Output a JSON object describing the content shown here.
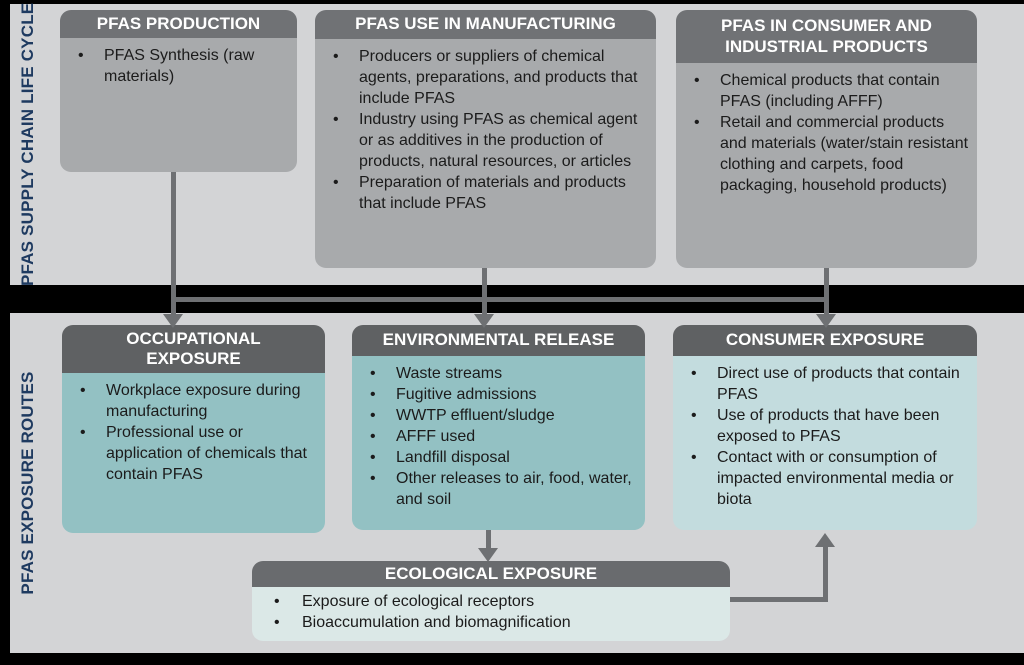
{
  "sidebar": {
    "top_label": "PFAS SUPPLY CHAIN LIFE CYCLE",
    "bottom_label": "PFAS EXPOSURE ROUTES"
  },
  "lifecycle": {
    "boxes": [
      {
        "title": "PFAS PRODUCTION",
        "bullets": [
          "PFAS Synthesis (raw materials)"
        ]
      },
      {
        "title": "PFAS USE IN MANUFACTURING",
        "bullets": [
          "Producers or suppliers of chemical agents, preparations, and products that include PFAS",
          "Industry using PFAS as chemical agent or as additives in the production of products, natural resources, or articles",
          "Preparation of materials and products that include PFAS"
        ]
      },
      {
        "title": "PFAS IN CONSUMER AND INDUSTRIAL PRODUCTS",
        "bullets": [
          "Chemical products that contain PFAS (including AFFF)",
          "Retail and commercial products and materials (water/stain resistant clothing and carpets, food packaging, household products)"
        ]
      }
    ]
  },
  "exposure": {
    "boxes": [
      {
        "title": "OCCUPATIONAL EXPOSURE",
        "bullets": [
          "Workplace exposure during manufacturing",
          "Professional use or application of chemicals that contain PFAS"
        ]
      },
      {
        "title": "ENVIRONMENTAL RELEASE",
        "bullets": [
          "Waste streams",
          "Fugitive admissions",
          "WWTP effluent/sludge",
          "AFFF used",
          "Landfill disposal",
          "Other releases to air, food, water, and soil"
        ]
      },
      {
        "title": "CONSUMER EXPOSURE",
        "bullets": [
          "Direct use of products that contain PFAS",
          "Use of products that have been exposed to PFAS",
          "Contact with or consumption of impacted environmental media or biota"
        ]
      }
    ],
    "ecological": {
      "title": "ECOLOGICAL EXPOSURE",
      "bullets": [
        "Exposure of ecological receptors",
        "Bioaccumulation and biomagnification"
      ]
    }
  },
  "colors": {
    "panel_background": "#D3D4D6",
    "frame_black": "#000000",
    "lifecycle_header_gray": "#707275",
    "lifecycle_body_gray": "#A8AAAC",
    "exposure_header_gray": "#5F6163",
    "exposure_body_teal": "#93C1C3",
    "consumer_body_light_teal": "#C3DCDE",
    "ecological_body_pale_teal": "#DBE8E7",
    "sidebar_text_navy": "#1E3A60",
    "arrow_gray": "#6E7073"
  }
}
